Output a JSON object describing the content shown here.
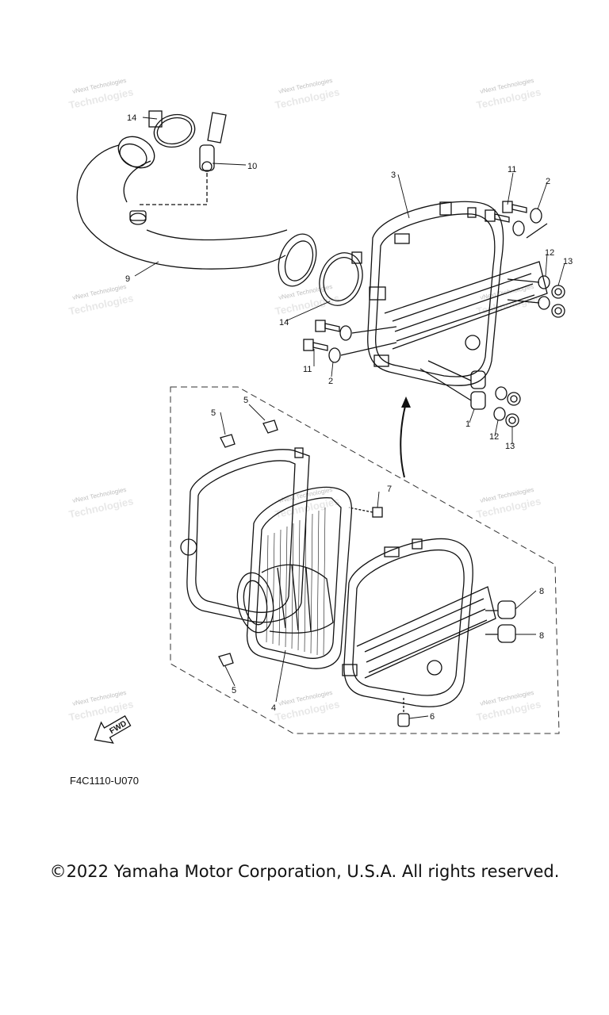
{
  "diagram": {
    "callouts": [
      "1",
      "2",
      "2",
      "3",
      "4",
      "5",
      "5",
      "5",
      "6",
      "7",
      "8",
      "8",
      "9",
      "10",
      "11",
      "11",
      "12",
      "12",
      "13",
      "13",
      "14",
      "14"
    ],
    "watermark": {
      "line1": "vNext Technologies",
      "line2": "Technologies"
    },
    "fwd_label": "FWD",
    "diagram_code": "F4C1110-U070"
  },
  "footer": {
    "copyright": "©2022 Yamaha Motor Corporation, U.S.A. All rights reserved."
  }
}
